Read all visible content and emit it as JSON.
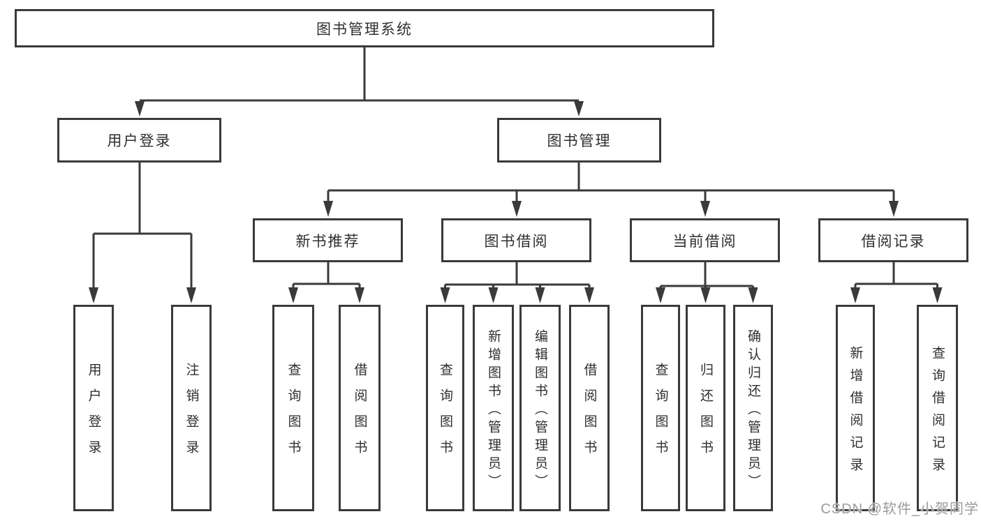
{
  "root": {
    "label": "图书管理系统"
  },
  "level2": {
    "user": {
      "label": "用户登录"
    },
    "book": {
      "label": "图书管理"
    }
  },
  "level3": {
    "recommend": {
      "label": "新书推荐"
    },
    "borrow": {
      "label": "图书借阅"
    },
    "current": {
      "label": "当前借阅"
    },
    "records": {
      "label": "借阅记录"
    }
  },
  "leaves": {
    "user_login": [
      "用户登录",
      "注销登录"
    ],
    "new_books": [
      "查询图书",
      "借阅图书"
    ],
    "book_borrow": [
      "查询图书",
      "新增图书（管理员）",
      "编辑图书（管理员）",
      "借阅图书"
    ],
    "current_borrow": [
      "查询图书",
      "归还图书",
      "确认归还（管理员）"
    ],
    "borrow_records": [
      "新增借阅记录",
      "查询借阅记录"
    ]
  },
  "watermark": {
    "text": "CSDN @软件_小贺同学"
  },
  "colors": {
    "line": "#3a3a3a",
    "text": "#2f2f2f",
    "background": "#ffffff",
    "watermark": "#9b9b9b"
  }
}
